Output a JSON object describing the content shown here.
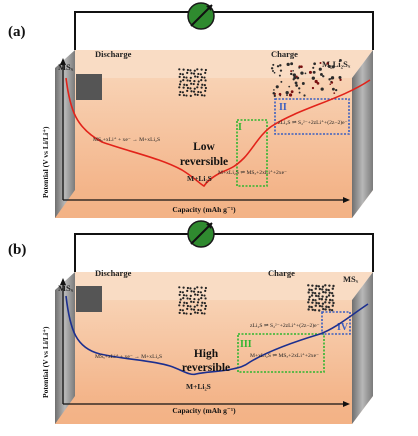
{
  "panels": [
    {
      "tag": "(a)",
      "left_label": "MSₓ",
      "right_label": "M₂Li₂Sₓ",
      "discharge_label": "Discharge",
      "charge_label": "Charge",
      "mid_label": "M+Li₂S",
      "big_line1": "Low",
      "big_line2": "reversible",
      "eq_discharge": "MSₓ+xLi⁺ + xe⁻ → M+xLi₂S",
      "eq_stage_lower": "M+xLi₂S ⇌ MSₓ+2xLi⁺+2xe⁻",
      "eq_stage_upper": "zLi₂S ⇌ S₂²⁻+2zLi⁺+(2z−2)e⁻",
      "box_left_label": "I",
      "box_right_label": "II",
      "y_axis": "Potential (V vs Li/Li⁺)",
      "x_axis": "Capacity (mAh g⁻¹)",
      "curve_color": "#e2231a"
    },
    {
      "tag": "(b)",
      "left_label": "MSₓ",
      "right_label": "MSₓ",
      "discharge_label": "Discharge",
      "charge_label": "Charge",
      "mid_label": "M+Li₂S",
      "big_line1": "High",
      "big_line2": "reversible",
      "eq_discharge": "MSₓ+xLi⁺ + xe⁻ → M+xLi₂S",
      "eq_stage_lower": "M+xLi₂S ⇌ MSₓ+2xLi⁺+2xe⁻",
      "eq_stage_upper": "zLi₂S ⇌ S₂²⁻+2zLi⁺+(2z−2)e⁻",
      "box_left_label": "III",
      "box_right_label": "IV",
      "y_axis": "Potential (V vs Li/Li⁺)",
      "x_axis": "Capacity (mAh g⁻¹)",
      "curve_color": "#1c2f8f"
    }
  ],
  "colors": {
    "panel_fill": "#f6c8a6",
    "panel_floor": "#f3b88f",
    "wall": "#8a8a8a",
    "wire": "#111111",
    "meter": "#2f8a2f",
    "box_green": "#2fb52f",
    "box_blue": "#3b5fc0",
    "square": "#555555"
  }
}
